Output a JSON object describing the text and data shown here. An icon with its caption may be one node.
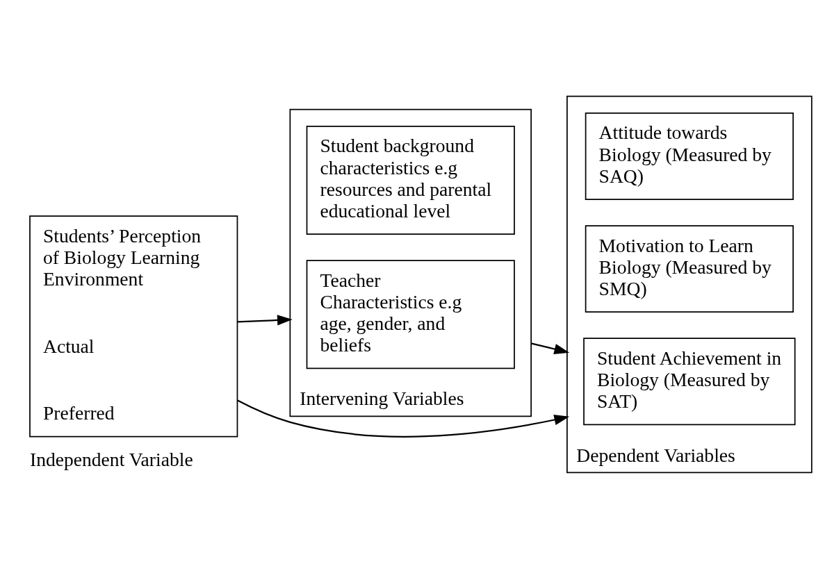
{
  "diagram": {
    "nodes": [
      {
        "text": [
          "Students’ Perception of Biology Learning Environment",
          "Actual",
          "Preferred"
        ],
        "beside": [
          "Independent Variable"
        ]
      },
      {
        "text": [],
        "shape": "box",
        "beside": [
          "Intervening Variables"
        ]
      },
      {
        "text": [
          "Teacher Characteristics e.g age, gender, and beliefs"
        ],
        "in": 1
      },
      {
        "text": [
          "Student background characteristics e.g resources and parental educational level"
        ],
        "in": 1
      },
      {
        "text": [],
        "shape": "box",
        "beside": [
          "Dependent Variables"
        ]
      },
      {
        "text": [
          "Student Achievement in Biology (Measured by SAT)"
        ],
        "in": 4
      },
      {
        "text": [
          "Motivation to Learn Biology (Measured by SMQ)"
        ],
        "in": 4
      },
      {
        "text": [
          "Attitude towards Biology (Measured by SAQ)"
        ],
        "in": 4
      }
    ],
    "edges": [
      {
        "from": 0,
        "to": 4,
        "arrow": "to"
      },
      {
        "from": 0,
        "to": 1,
        "arrow": "to"
      },
      {
        "from": 1,
        "to": 4,
        "arrow": "to"
      }
    ]
  }
}
